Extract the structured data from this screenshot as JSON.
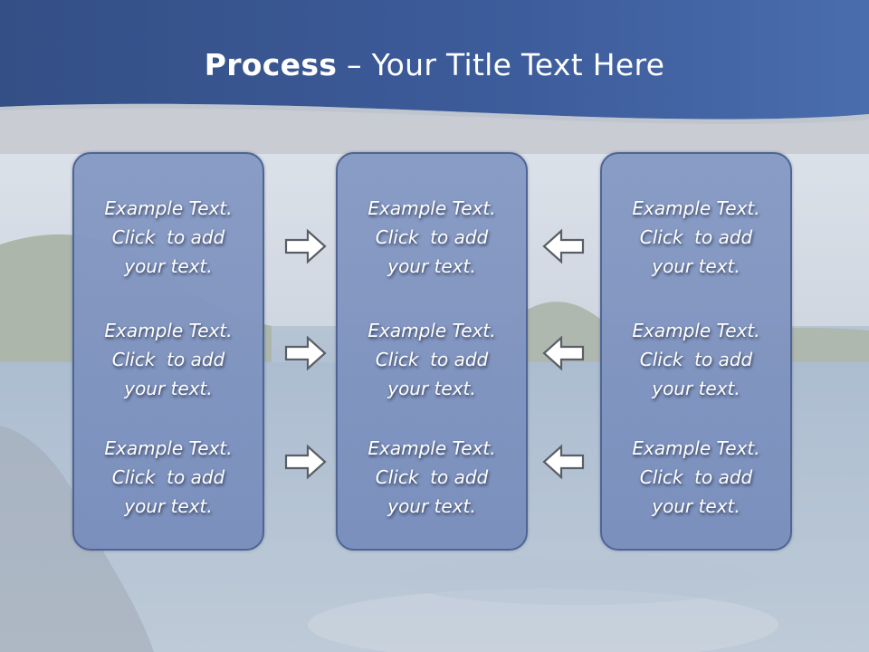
{
  "title": {
    "bold": "Process",
    "rest": " – Your Title Text Here"
  },
  "panels": [
    {
      "blocks": [
        {
          "line1": "Example Text.",
          "line2": "Click  to add",
          "line3": "your text."
        },
        {
          "line1": "Example Text.",
          "line2": "Click  to add",
          "line3": "your text."
        },
        {
          "line1": "Example Text.",
          "line2": "Click  to add",
          "line3": "your text."
        }
      ]
    },
    {
      "blocks": [
        {
          "line1": "Example Text.",
          "line2": "Click  to add",
          "line3": "your text."
        },
        {
          "line1": "Example Text.",
          "line2": "Click  to add",
          "line3": "your text."
        },
        {
          "line1": "Example Text.",
          "line2": "Click  to add",
          "line3": "your text."
        }
      ]
    },
    {
      "blocks": [
        {
          "line1": "Example Text.",
          "line2": "Click  to add",
          "line3": "your text."
        },
        {
          "line1": "Example Text.",
          "line2": "Click  to add",
          "line3": "your text."
        },
        {
          "line1": "Example Text.",
          "line2": "Click  to add",
          "line3": "your text."
        }
      ]
    }
  ],
  "arrows": {
    "left_column": [
      "arrow-right-icon",
      "arrow-right-icon",
      "arrow-right-icon"
    ],
    "right_column": [
      "arrow-left-icon",
      "arrow-left-icon",
      "arrow-left-icon"
    ]
  },
  "colors": {
    "header_blue": "#3f5f9e",
    "panel_fill": "#8196c2",
    "panel_border": "#4e6595",
    "text": "#ffffff"
  }
}
